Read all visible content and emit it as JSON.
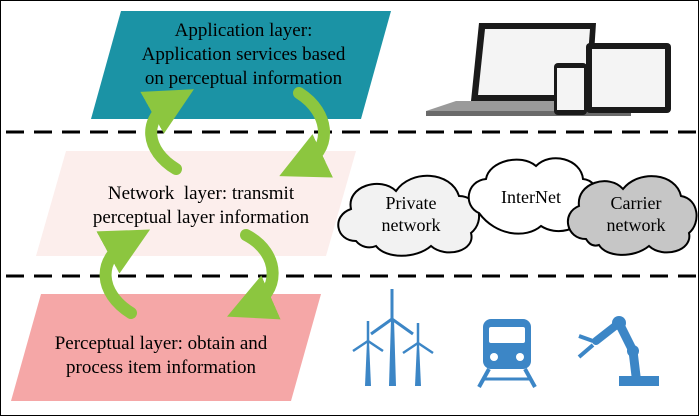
{
  "layers": {
    "application": {
      "line1": "Application layer:",
      "line2": "Application services based",
      "line3": "on perceptual information",
      "fill": "#1b93a5"
    },
    "network": {
      "line1": "Network  layer: transmit",
      "line2": "perceptual layer information",
      "fill": "#fceeec"
    },
    "perceptual": {
      "line1": "Perceptual layer: obtain and",
      "line2": "process item information",
      "fill": "#f5a7a7"
    }
  },
  "clouds": {
    "private": {
      "line1": "Private",
      "line2": "network",
      "fill": "#f2f2f2"
    },
    "internet": {
      "label": "InterNet",
      "fill": "#ffffff"
    },
    "carrier": {
      "line1": "Carrier",
      "line2": "network",
      "fill": "#c6c6c6"
    }
  },
  "icons": [
    "laptop-icon",
    "tablet-icon",
    "phone-icon",
    "wind-turbine-icon",
    "train-icon",
    "robot-arm-icon"
  ],
  "colors": {
    "arrow": "#8cc63f",
    "iconBlue": "#3c86c6",
    "divider": "#000000"
  }
}
